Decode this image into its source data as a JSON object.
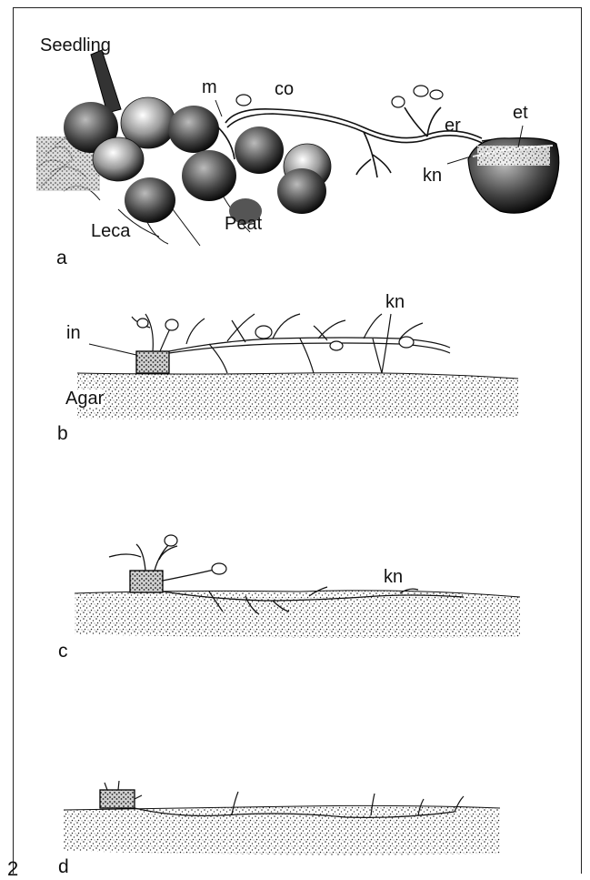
{
  "figure": {
    "number": "2",
    "panels": {
      "a": {
        "label": "a",
        "annotations": {
          "seedling": "Seedling",
          "m": "m",
          "co": "co",
          "er": "er",
          "et": "et",
          "kn": "kn",
          "leca": "Leca",
          "peat": "Peat"
        }
      },
      "b": {
        "label": "b",
        "annotations": {
          "in": "in",
          "kn": "kn",
          "agar": "Agar"
        }
      },
      "c": {
        "label": "c",
        "annotations": {
          "kn": "kn"
        }
      },
      "d": {
        "label": "d"
      }
    }
  }
}
